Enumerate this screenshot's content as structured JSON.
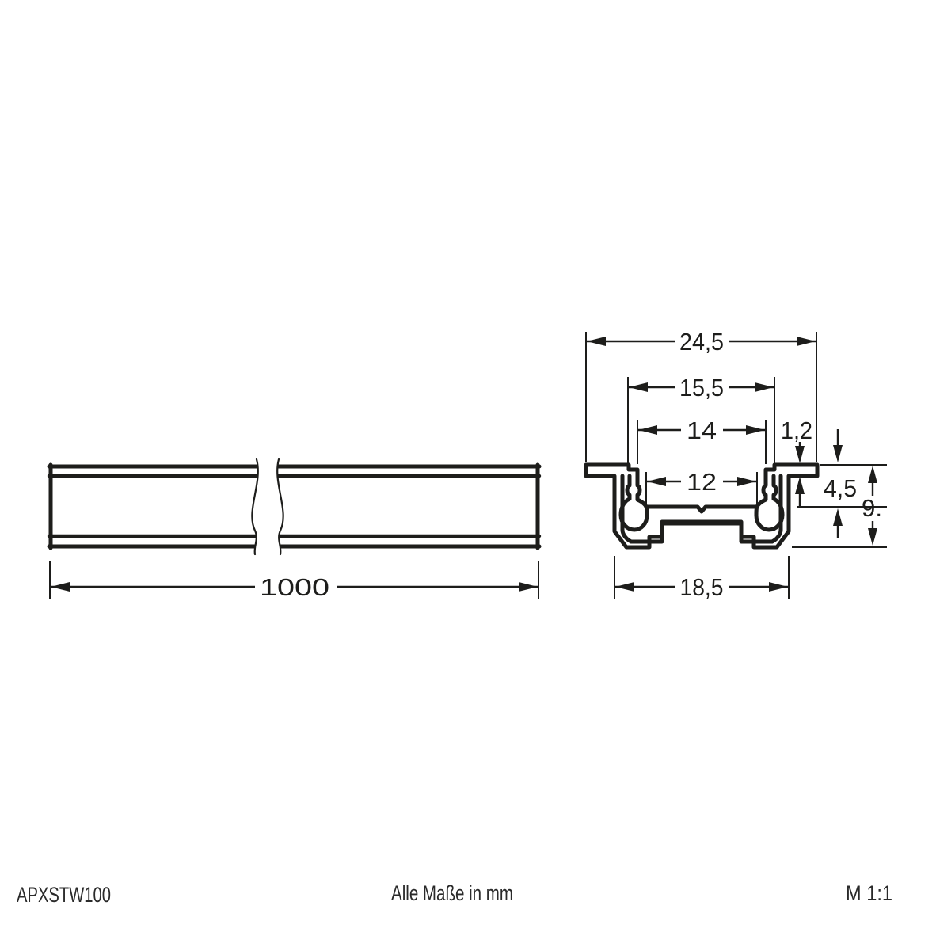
{
  "title_block": {
    "article_number": "APXSTW100",
    "note": "Alle Maße in mm",
    "scale": "M 1:1"
  },
  "side_view": {
    "length": "1000"
  },
  "cross_section": {
    "overall_width": "24,5",
    "opening_width": "15,5",
    "inner_slot_width": "14",
    "channel_width": "12",
    "flange_thickness": "1,2",
    "recess_depth": "4,5",
    "overall_height": "9.",
    "base_width": "18,5"
  },
  "colors": {
    "line": "#1d1d1b",
    "background": "#ffffff"
  }
}
